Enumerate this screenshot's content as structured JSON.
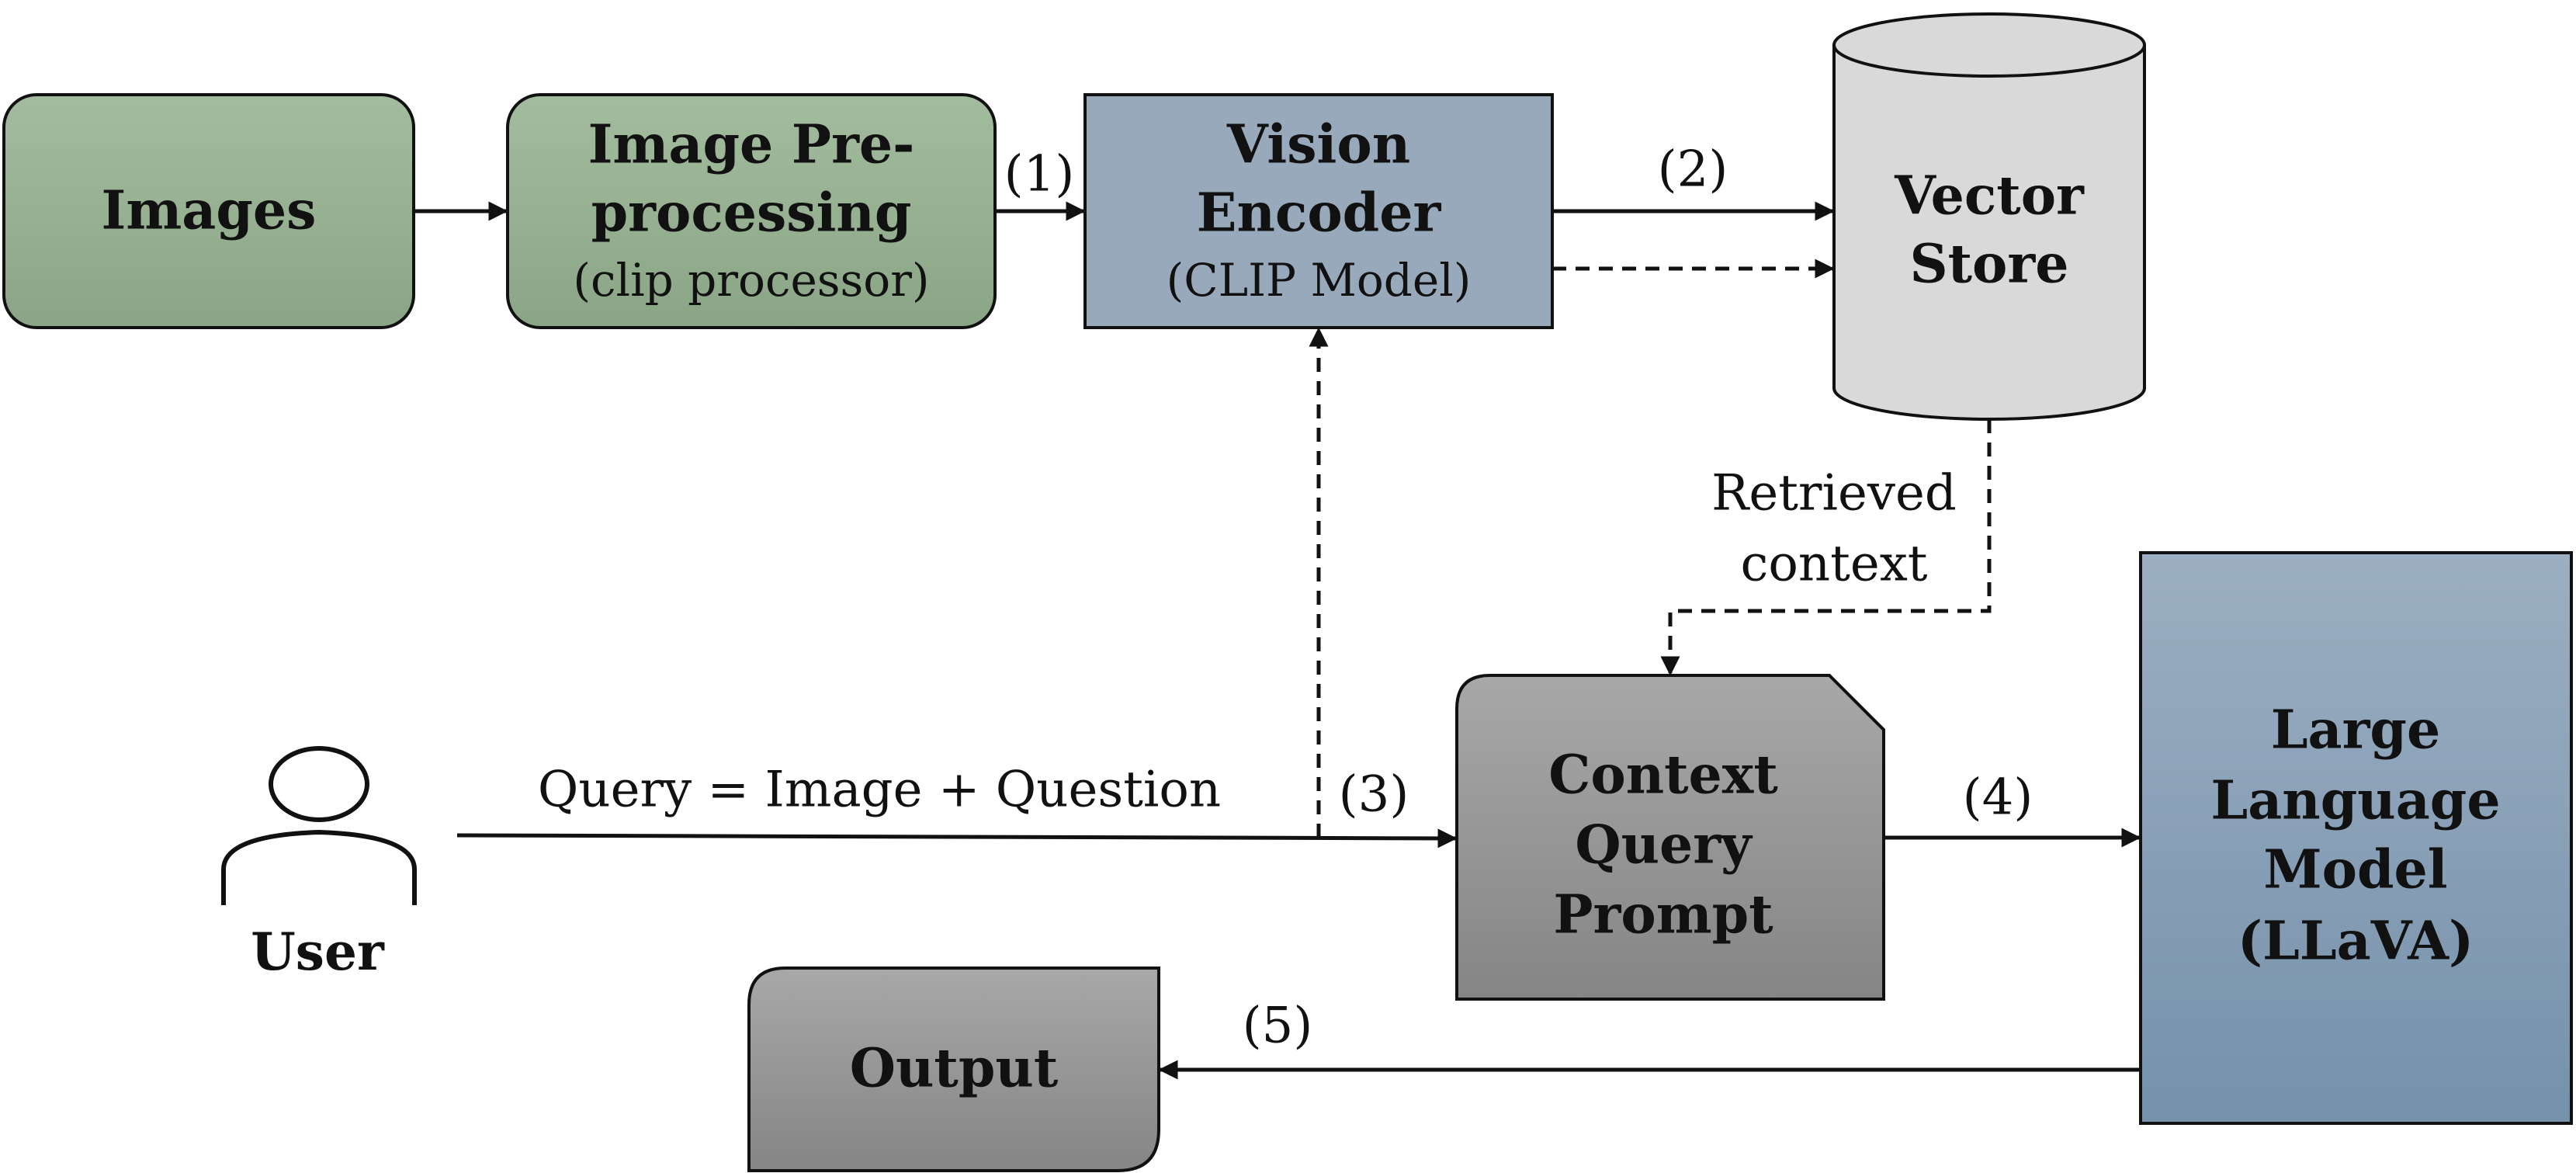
{
  "nodes": {
    "images": {
      "label": "Images"
    },
    "preprocessing": {
      "line1": "Image Pre-",
      "line2": "processing",
      "sub": "(clip processor)"
    },
    "vision_encoder": {
      "line1": "Vision",
      "line2": "Encoder",
      "sub": "(CLIP Model)"
    },
    "vector_store": {
      "line1": "Vector",
      "line2": "Store"
    },
    "user": {
      "label": "User"
    },
    "context_prompt": {
      "line1": "Context",
      "line2": "Query",
      "line3": "Prompt"
    },
    "llm": {
      "line1": "Large",
      "line2": "Language",
      "line3": "Model",
      "line4": "(LLaVA)"
    },
    "output": {
      "label": "Output"
    }
  },
  "edges": {
    "step1": "(1)",
    "step2": "(2)",
    "step3": "(3)",
    "step4": "(4)",
    "step5": "(5)",
    "query_label": "Query = Image + Question",
    "retrieved_line1": "Retrieved",
    "retrieved_line2": "context"
  },
  "colors": {
    "green_top": "#a3bc9f",
    "green_bottom": "#8aa585",
    "blue_encoder": "#97a9ba",
    "cylinder": "#d9d9d9",
    "gray_top": "#a8a8a8",
    "gray_bottom": "#858585",
    "llm_top": "#9cafc2",
    "llm_bottom": "#7591ab"
  }
}
